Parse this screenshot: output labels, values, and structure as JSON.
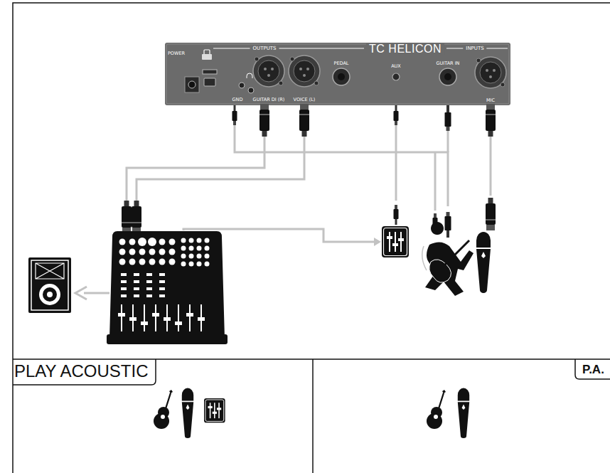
{
  "diagram": {
    "nodes": [
      {
        "text": [
          "POWER",
          "OUTPUTS",
          "TC HELICON",
          "INPUTS",
          "PEDAL",
          "AUX",
          "GUITAR IN",
          "MIC",
          "GND",
          "GUITAR DI (R)",
          "VOICE (L)"
        ]
      },
      {
        "text": [
          "PLAY ACOUSTIC"
        ]
      },
      {
        "text": [
          "P.A."
        ]
      }
    ]
  }
}
